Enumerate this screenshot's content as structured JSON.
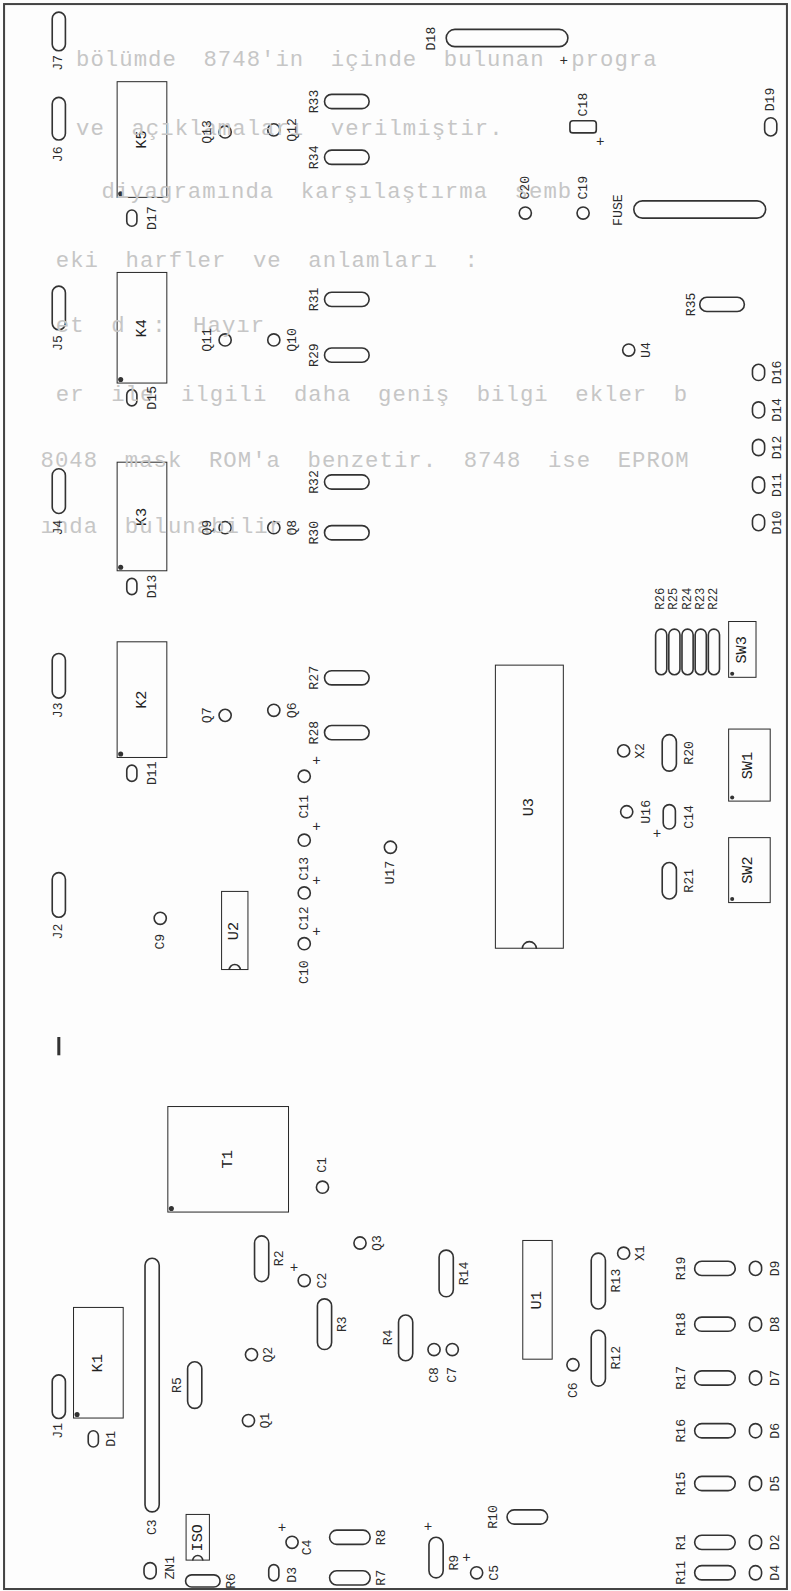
{
  "diagram": {
    "nodes": [
      {
        "text": [
          "K5"
        ]
      },
      {
        "text": [
          "K4"
        ]
      },
      {
        "text": [
          "K3"
        ]
      },
      {
        "text": [
          "K2"
        ]
      },
      {
        "text": [
          "K1"
        ]
      },
      {
        "text": [
          "T1"
        ]
      },
      {
        "text": [
          "U2"
        ]
      },
      {
        "text": [
          "U3"
        ]
      },
      {
        "text": [
          "U1"
        ]
      },
      {
        "text": [
          "SW3"
        ]
      },
      {
        "text": [
          "SW1"
        ]
      },
      {
        "text": [
          "SW2"
        ]
      },
      {
        "text": [
          "ISO"
        ]
      }
    ],
    "labels": [
      "bölümde 8748'in içinde bulunan progra",
      "ve açıklamaları verilmiştir.",
      "diyagramında karşılaştırma semb",
      "eki harfler ve anlamları :",
      "et d : Hayır",
      "er ile ilgili daha geniş bilgi ekler b",
      "8048 mask ROM'a benzetir. 8748 ise EPROM",
      "ında bulunabilir.",
      "J7",
      "J6",
      "J5",
      "J4",
      "J3",
      "J2",
      "J1",
      "D17",
      "D15",
      "D13",
      "D11",
      "D1",
      "Q13",
      "Q12",
      "Q11",
      "Q10",
      "Q9",
      "Q8",
      "Q7",
      "Q6",
      "R33",
      "R34",
      "R31",
      "R29",
      "R32",
      "R30",
      "R27",
      "R28",
      "C11",
      "+",
      "C13",
      "+",
      "C12",
      "+",
      "C10",
      "+",
      "C9",
      "U17",
      "X2",
      "R20",
      "U16",
      "C14",
      "+",
      "R21",
      "R26",
      "R25",
      "R24",
      "R23",
      "R22",
      "D10",
      "D11",
      "D12",
      "D14",
      "D16",
      "U4",
      "R35",
      "FUSE",
      "C20",
      "C19",
      "C18",
      "+",
      "D19",
      "D18",
      "+",
      "X1",
      "R19",
      "R18",
      "R17",
      "R16",
      "R15",
      "D9",
      "D8",
      "D7",
      "D6",
      "D5",
      "R1",
      "D2",
      "R11",
      "D4",
      "C3",
      "R5",
      "Q1",
      "Q2",
      "R2",
      "R3",
      "C2",
      "+",
      "Q3",
      "C1",
      "R4",
      "C8",
      "C7",
      "R14",
      "R13",
      "R12",
      "C6",
      "R10",
      "R9",
      "+",
      "C5",
      "+",
      "R8",
      "R7",
      "C4",
      "+",
      "D3",
      "R6",
      "ZN1"
    ]
  }
}
